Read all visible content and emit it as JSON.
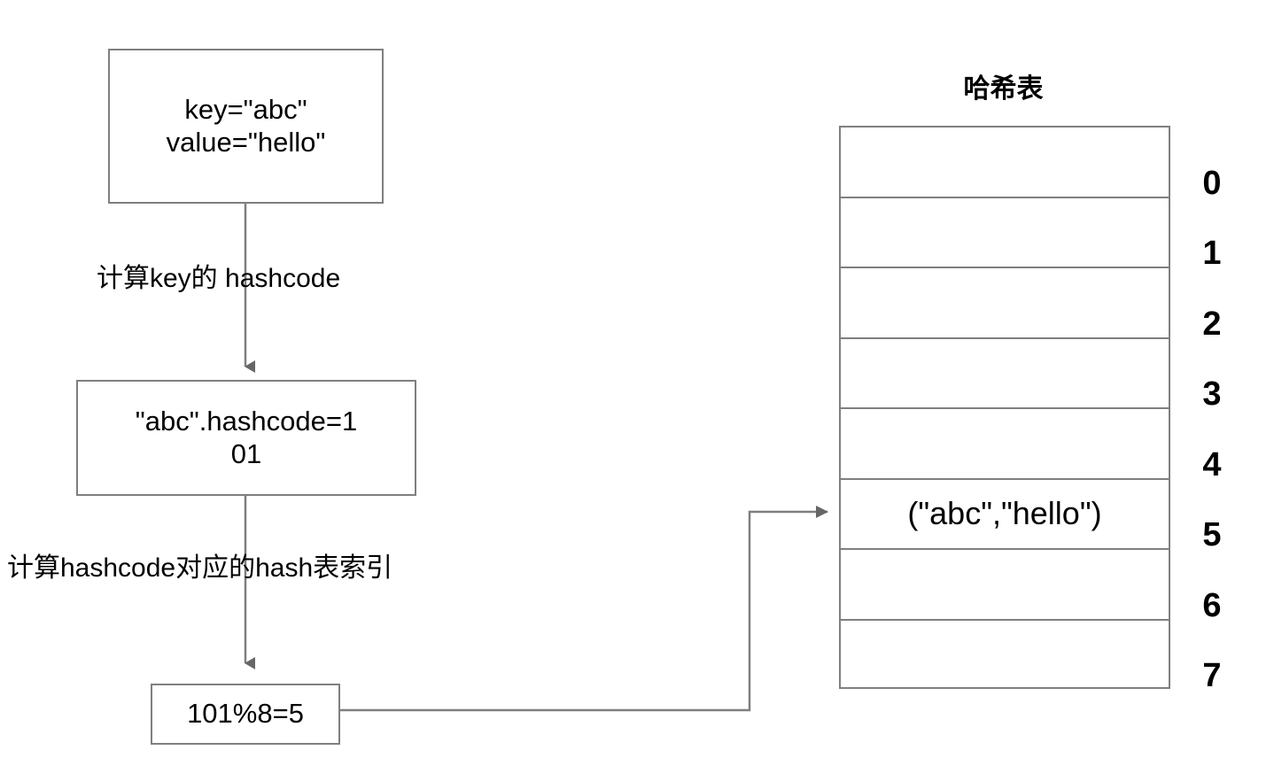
{
  "diagram": {
    "title_hidden": "",
    "nodes": {
      "input": "key=\"abc\"\nvalue=\"hello\"",
      "hashcode": "\"abc\".hashcode=1\n01",
      "modulo": "101%8=5"
    },
    "edge_labels": {
      "compute_hashcode": "计算key的 hashcode",
      "compute_index": "计算hashcode对应的hash表索引"
    }
  },
  "hash_table": {
    "title": "哈希表",
    "slot_count": 8,
    "slots": [
      {
        "index": "0",
        "value": ""
      },
      {
        "index": "1",
        "value": ""
      },
      {
        "index": "2",
        "value": ""
      },
      {
        "index": "3",
        "value": ""
      },
      {
        "index": "4",
        "value": ""
      },
      {
        "index": "5",
        "value": "(\"abc\",\"hello\")"
      },
      {
        "index": "6",
        "value": ""
      },
      {
        "index": "7",
        "value": ""
      }
    ]
  },
  "colors": {
    "stroke": "#7f7f7f",
    "arrowhead": "#666666",
    "text": "#000000",
    "background": "#ffffff"
  }
}
